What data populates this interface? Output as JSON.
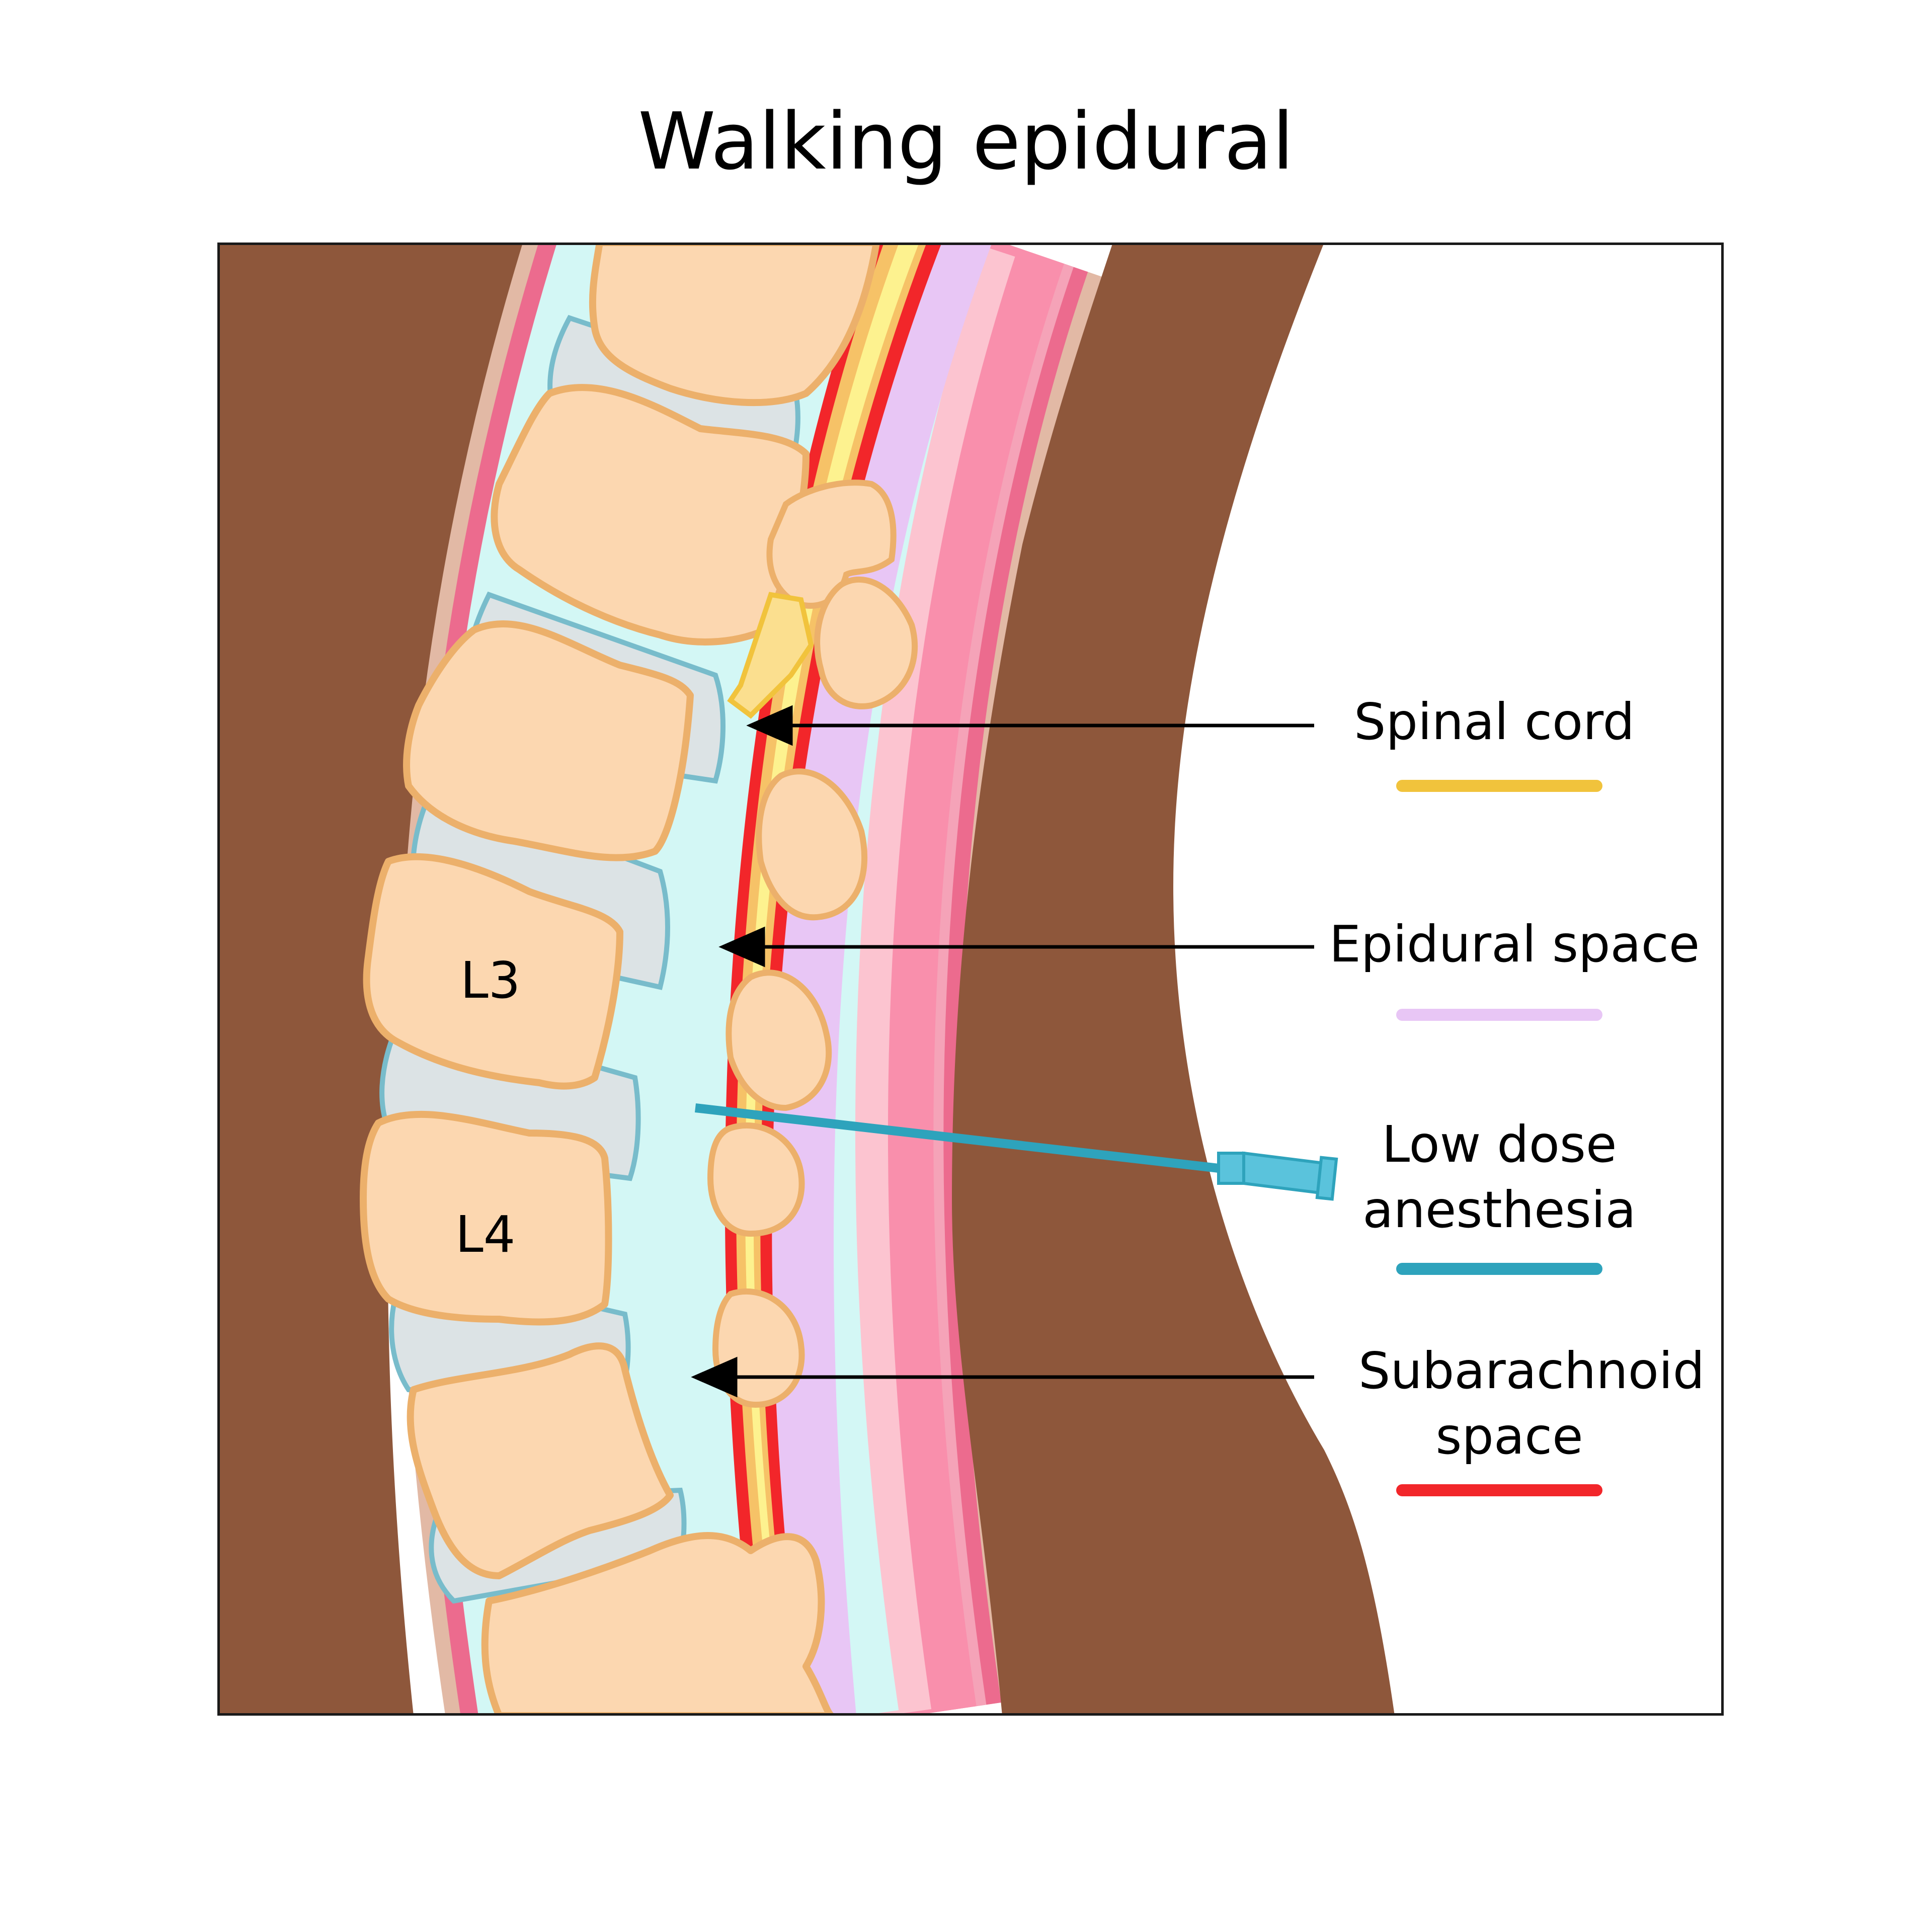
{
  "title": "Walking epidural",
  "vertebrae": {
    "l3": "L3",
    "l4": "L4"
  },
  "legend": [
    {
      "label": "Spinal cord",
      "color": "#f1c33c"
    },
    {
      "label": "Epidural space",
      "color": "#e8c6f5"
    },
    {
      "label": "Low dose anesthesia",
      "color": "#2ea3bc"
    },
    {
      "label": "Subarachnoid space",
      "color": "#f2262a"
    }
  ],
  "colors": {
    "skin": "#8e573b",
    "tissue_light": "#e2b9a5",
    "muscle_pink": "#ec6b8e",
    "csf_cyan": "#d3f7f5",
    "bone": "#fcd7b0",
    "bone_outline": "#ecb06b",
    "disc": "#dce3e5",
    "needle": "#2ea3bc",
    "syringe": "#5ac3dc"
  }
}
